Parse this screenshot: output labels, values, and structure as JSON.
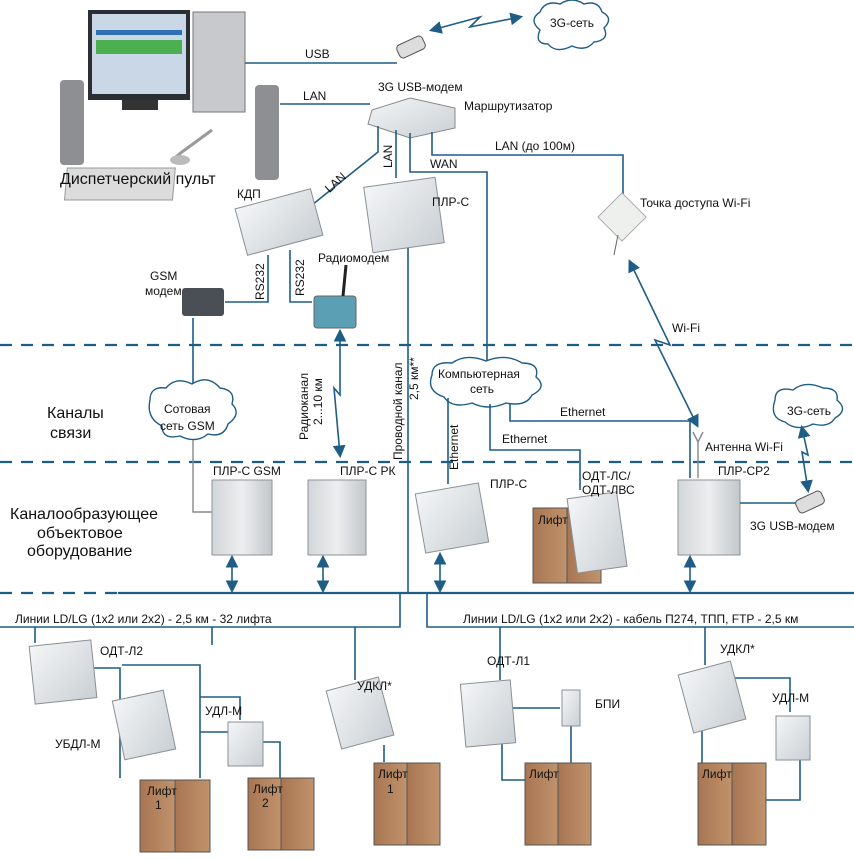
{
  "colors": {
    "line": "#1e5d86",
    "lift": "#b0805a",
    "device": "#e6e8ea"
  },
  "top": {
    "console_label": "Диспетчерский пульт",
    "usb": "USB",
    "usb_modem": "3G USB-модем",
    "cloud_3g": "3G-сеть",
    "lan": "LAN",
    "router": "Маршрутизатор",
    "lan_kdp": "LAN",
    "lan_plr": "LAN",
    "wan": "WAN",
    "lan_100": "LAN (до 100м)",
    "wifi_ap": "Точка доступа Wi-Fi",
    "kdp": "КДП",
    "plr_c": "ПЛР-С",
    "rs232_a": "RS232",
    "rs232_b": "RS232",
    "radiomodem": "Радиомодем",
    "gsm_modem_1": "GSM",
    "gsm_modem_2": "модем",
    "wifi": "Wi-Fi"
  },
  "channels": {
    "title_1": "Каналы",
    "title_2": "связи",
    "gsm_cloud_1": "Сотовая",
    "gsm_cloud_2": "сеть GSM",
    "radio_1": "Радиоканал",
    "radio_2": "2...10 км",
    "wired_1": "Проводной канал",
    "wired_2": "2,5 км**",
    "net_cloud_1": "Компьютерная",
    "net_cloud_2": "сеть",
    "ethernet_v": "Ethernet",
    "ethernet_1": "Ethernet",
    "ethernet_2": "Ethernet",
    "cloud_3g": "3G-сеть",
    "antenna": "Антенна Wi-Fi"
  },
  "equipment": {
    "title_1": "Каналообразующее",
    "title_2": "объектовое",
    "title_3": "оборудование",
    "plr_gsm": "ПЛР-С GSM",
    "plr_rk": "ПЛР-С РК",
    "plr_c": "ПЛР-С",
    "odt_ls_1": "ОДТ-ЛС/",
    "odt_ls_2": "ОДТ-ЛВС",
    "lift": "Лифт",
    "plr_sr2": "ПЛР-СР2",
    "usb_modem": "3G USB-модем"
  },
  "lines": {
    "left": "Линии LD/LG (1х2 или 2х2) - 2,5 км - 32 лифта",
    "right": "Линии LD/LG (1х2 или 2х2) - кабель П274, ТПП, FTP - 2,5 км"
  },
  "objects": {
    "odt_l2": "ОДТ-Л2",
    "ubdl_m": "УБДЛ-М",
    "udl_m_left": "УДЛ-М",
    "lift_1": "Лифт",
    "lift_1_num": "1",
    "lift_2": "Лифт",
    "lift_2_num": "2",
    "udkl_left": "УДКЛ*",
    "lift_3": "Лифт",
    "lift_3_num": "1",
    "odt_l1": "ОДТ-Л1",
    "bpi": "БПИ",
    "lift_4": "Лифт",
    "udkl_right": "УДКЛ*",
    "udl_m_right": "УДЛ-М",
    "lift_5": "Лифт"
  }
}
